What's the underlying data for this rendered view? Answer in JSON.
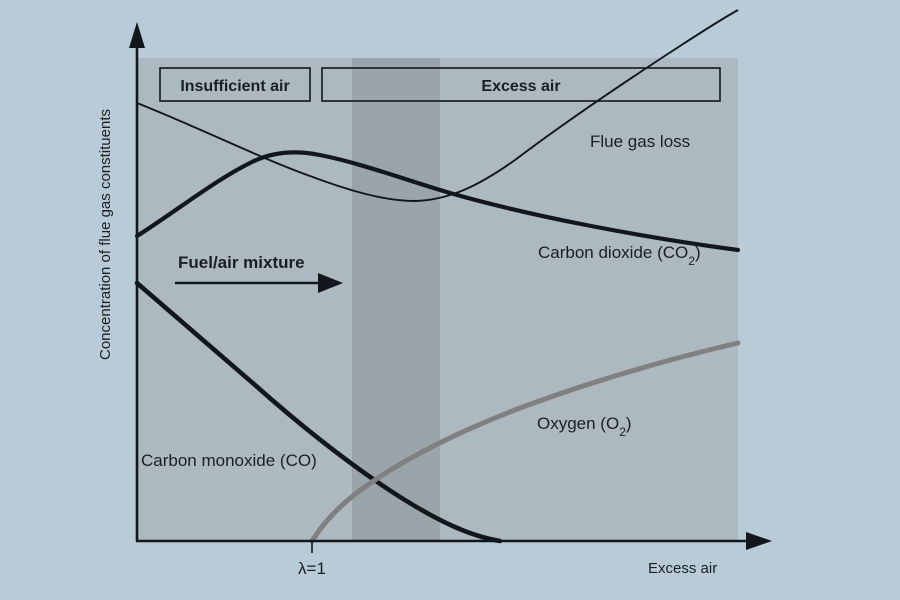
{
  "figure": {
    "background_color": "#b8cbd6",
    "panel_color": "#adb9c1",
    "band_color": "#9aa4ab",
    "line_color": "#12171c",
    "oxygen_color": "#808080"
  },
  "axes": {
    "y_axis_label": "Concentration of flue gas constituents",
    "x_axis_label": "Excess air",
    "x_tick_label": "λ=1"
  },
  "bands": [
    {
      "label": "Insufficient air"
    },
    {
      "label": "Excess air"
    }
  ],
  "annotation": {
    "fuel_air_label": "Fuel/air mixture"
  },
  "series_labels": {
    "flue_gas_loss": "Flue gas loss",
    "carbon_dioxide": "Carbon dioxide (CO",
    "carbon_dioxide_sub": "2",
    "carbon_dioxide_end": ")",
    "carbon_monoxide": "Carbon monoxide (CO)",
    "oxygen": "Oxygen (O",
    "oxygen_sub": "2",
    "oxygen_end": ")"
  },
  "chart_data": {
    "type": "line",
    "title": "",
    "xlabel": "Excess air",
    "ylabel": "Concentration of flue gas constituents",
    "grid": false,
    "legend": "inline-curve-labels",
    "xlim": [
      0,
      1
    ],
    "ylim": [
      0,
      1
    ],
    "x_ticks": [
      {
        "value": 0.29,
        "label": "λ=1"
      }
    ],
    "stoichiometric_point": 0.29,
    "regions": [
      {
        "name": "Insufficient air",
        "x_start": 0.0,
        "x_end": 0.36
      },
      {
        "name": "Excess air",
        "x_start": 0.36,
        "x_end": 1.0
      },
      {
        "name": "transition band (darker)",
        "x_start": 0.36,
        "x_end": 0.51
      }
    ],
    "series": [
      {
        "name": "Flue gas loss",
        "style": "thin",
        "color": "#12171c",
        "points": [
          {
            "x": 0.0,
            "y": 0.9
          },
          {
            "x": 0.13,
            "y": 0.82
          },
          {
            "x": 0.26,
            "y": 0.73
          },
          {
            "x": 0.36,
            "y": 0.68
          },
          {
            "x": 0.46,
            "y": 0.66
          },
          {
            "x": 0.53,
            "y": 0.67
          },
          {
            "x": 0.62,
            "y": 0.72
          },
          {
            "x": 0.74,
            "y": 0.82
          },
          {
            "x": 0.86,
            "y": 0.92
          },
          {
            "x": 1.0,
            "y": 1.02
          }
        ]
      },
      {
        "name": "Carbon dioxide (CO2)",
        "style": "thick",
        "color": "#12171c",
        "points": [
          {
            "x": 0.0,
            "y": 0.63
          },
          {
            "x": 0.1,
            "y": 0.71
          },
          {
            "x": 0.19,
            "y": 0.78
          },
          {
            "x": 0.26,
            "y": 0.8
          },
          {
            "x": 0.33,
            "y": 0.8
          },
          {
            "x": 0.45,
            "y": 0.77
          },
          {
            "x": 0.6,
            "y": 0.71
          },
          {
            "x": 0.8,
            "y": 0.64
          },
          {
            "x": 1.0,
            "y": 0.58
          }
        ]
      },
      {
        "name": "Carbon monoxide (CO)",
        "style": "thick",
        "color": "#12171c",
        "points": [
          {
            "x": 0.0,
            "y": 0.54
          },
          {
            "x": 0.1,
            "y": 0.45
          },
          {
            "x": 0.22,
            "y": 0.33
          },
          {
            "x": 0.34,
            "y": 0.21
          },
          {
            "x": 0.46,
            "y": 0.1
          },
          {
            "x": 0.56,
            "y": 0.02
          },
          {
            "x": 0.6,
            "y": 0.0
          }
        ]
      },
      {
        "name": "Oxygen (O2)",
        "style": "thick-grey",
        "color": "#808080",
        "points": [
          {
            "x": 0.29,
            "y": 0.0
          },
          {
            "x": 0.34,
            "y": 0.06
          },
          {
            "x": 0.42,
            "y": 0.14
          },
          {
            "x": 0.52,
            "y": 0.22
          },
          {
            "x": 0.66,
            "y": 0.3
          },
          {
            "x": 0.82,
            "y": 0.37
          },
          {
            "x": 1.0,
            "y": 0.43
          }
        ]
      }
    ]
  }
}
